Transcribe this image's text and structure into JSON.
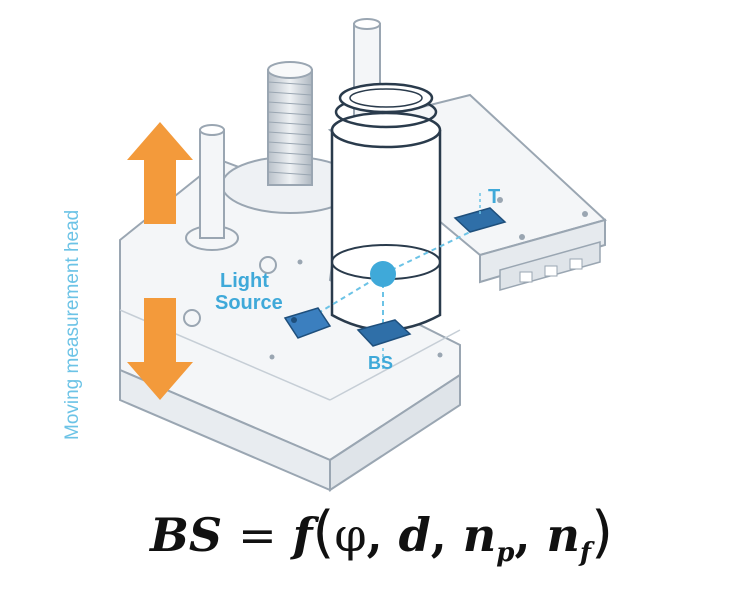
{
  "labels": {
    "axis": "Moving measurement head",
    "light_source_line1": "Light",
    "light_source_line2": "Source",
    "transmission": "T",
    "backscatter": "BS"
  },
  "formula": {
    "lhs": "BS",
    "equals": "=",
    "func": "f",
    "open": "(",
    "phi": "φ",
    "comma": ",",
    "d": "d",
    "n": "n",
    "sub_p": "p",
    "sub_f": "f",
    "close": ")"
  },
  "colors": {
    "arrow": "#f39a3b",
    "accent_blue": "#3fa9d9",
    "outline": "#9aa6b2",
    "fill": "#f4f6f8"
  }
}
